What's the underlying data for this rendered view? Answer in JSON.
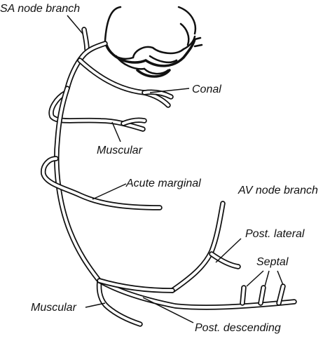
{
  "labels": {
    "sa_node_branch": "SA node branch",
    "conal": "Conal",
    "muscular_upper": "Muscular",
    "acute_marginal": "Acute marginal",
    "av_node_branch": "AV node branch",
    "post_lateral": "Post. lateral",
    "septal": "Septal",
    "muscular_lower": "Muscular",
    "post_descending": "Post. descending"
  }
}
